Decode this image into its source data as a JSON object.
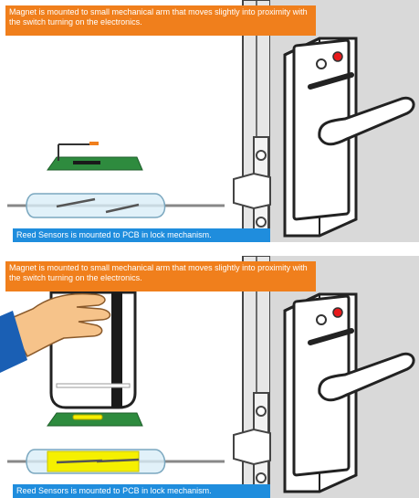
{
  "panels": [
    {
      "state": "open",
      "caption_top": "Magnet is mounted to small mechanical arm that moves slightly into proximity with the switch turning on the electronics.",
      "caption_bottom": "Reed Sensors is mounted to PCB in lock mechanism."
    },
    {
      "state": "closed",
      "caption_top": "Magnet is mounted to small mechanical arm that moves slightly into proximity with the switch turning on the electronics.",
      "caption_bottom": "Reed Sensors is mounted to PCB in lock mechanism."
    }
  ],
  "colors": {
    "caption_top_bg": "#f07f1c",
    "caption_bottom_bg": "#1f8ddd",
    "pcb": "#2e8b3e",
    "reed_active": "#f5f000",
    "led": "#e8191b",
    "hand": "#f6c38a",
    "sleeve": "#1a5fb4"
  }
}
